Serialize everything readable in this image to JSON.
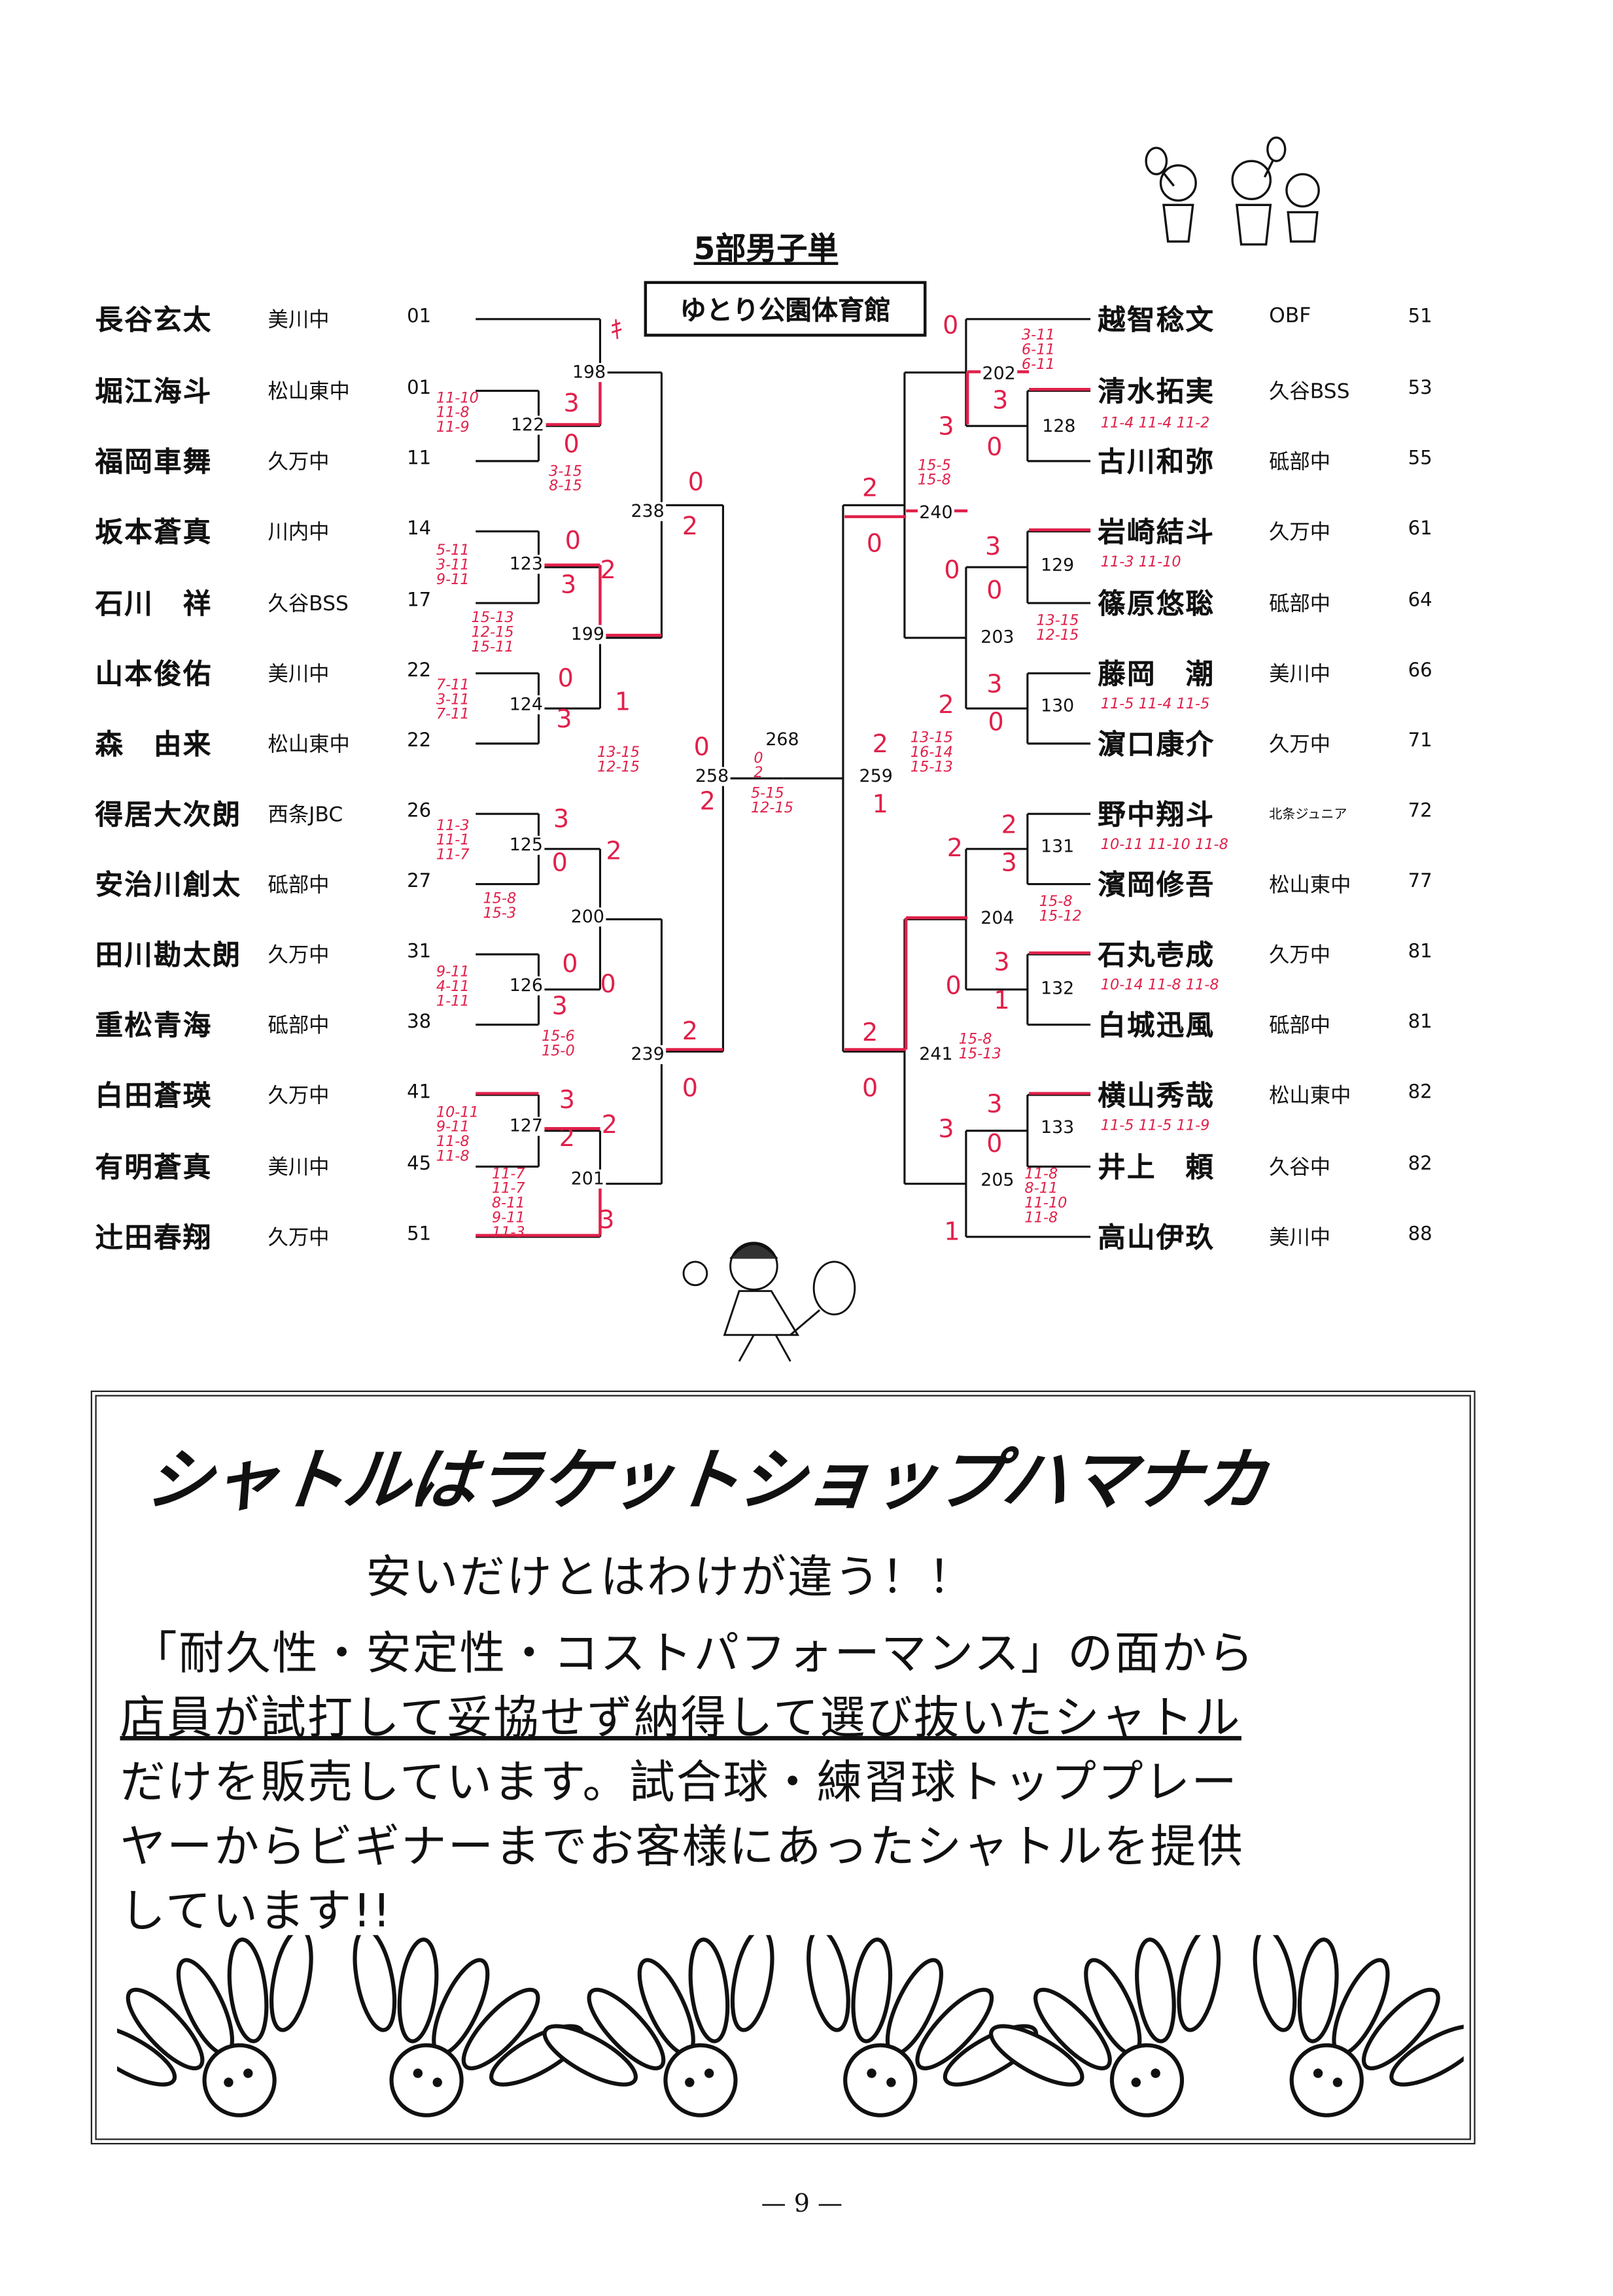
{
  "title": "5部男子単",
  "venue": "ゆとり公園体育館",
  "left_players": [
    {
      "name": "長谷玄太",
      "team": "美川中",
      "seed": "01"
    },
    {
      "name": "堀江海斗",
      "team": "松山東中",
      "seed": "01"
    },
    {
      "name": "福岡車舞",
      "team": "久万中",
      "seed": "11"
    },
    {
      "name": "坂本蒼真",
      "team": "川内中",
      "seed": "14"
    },
    {
      "name": "石川　祥",
      "team": "久谷BSS",
      "seed": "17"
    },
    {
      "name": "山本俊佑",
      "team": "美川中",
      "seed": "22"
    },
    {
      "name": "森　由来",
      "team": "松山東中",
      "seed": "22"
    },
    {
      "name": "得居大次朗",
      "team": "西条JBC",
      "seed": "26"
    },
    {
      "name": "安治川創太",
      "team": "砥部中",
      "seed": "27"
    },
    {
      "name": "田川勘太朗",
      "team": "久万中",
      "seed": "31"
    },
    {
      "name": "重松青海",
      "team": "砥部中",
      "seed": "38"
    },
    {
      "name": "白田蒼瑛",
      "team": "久万中",
      "seed": "41"
    },
    {
      "name": "有明蒼真",
      "team": "美川中",
      "seed": "45"
    },
    {
      "name": "辻田春翔",
      "team": "久万中",
      "seed": "51"
    }
  ],
  "right_players": [
    {
      "name": "越智稔文",
      "team": "OBF",
      "seed": "51"
    },
    {
      "name": "清水拓実",
      "team": "久谷BSS",
      "seed": "53"
    },
    {
      "name": "古川和弥",
      "team": "砥部中",
      "seed": "55"
    },
    {
      "name": "岩崎結斗",
      "team": "久万中",
      "seed": "61"
    },
    {
      "name": "篠原悠聡",
      "team": "砥部中",
      "seed": "64"
    },
    {
      "name": "藤岡　潮",
      "team": "美川中",
      "seed": "66"
    },
    {
      "name": "濵口康介",
      "team": "久万中",
      "seed": "71"
    },
    {
      "name": "野中翔斗",
      "team": "北条ジュニア",
      "seed": "72"
    },
    {
      "name": "濱岡修吾",
      "team": "松山東中",
      "seed": "77"
    },
    {
      "name": "石丸壱成",
      "team": "久万中",
      "seed": "81"
    },
    {
      "name": "白城迅風",
      "team": "砥部中",
      "seed": "81"
    },
    {
      "name": "横山秀哉",
      "team": "松山東中",
      "seed": "82"
    },
    {
      "name": "井上　頼",
      "team": "久谷中",
      "seed": "82"
    },
    {
      "name": "高山伊玖",
      "team": "美川中",
      "seed": "88"
    }
  ],
  "match_numbers": [
    "198",
    "122",
    "238",
    "123",
    "199",
    "124",
    "258",
    "125",
    "200",
    "126",
    "239",
    "127",
    "201",
    "268",
    "259",
    "202",
    "128",
    "240",
    "129",
    "203",
    "130",
    "131",
    "204",
    "132",
    "241",
    "133",
    "205"
  ],
  "handwritten_scores": [
    "3",
    "ｷ",
    "11-10 11-8 11-9",
    "0",
    "3-15 8-15",
    "0",
    "2",
    "0",
    "5-11 3-11 9-11",
    "3",
    "2",
    "15-13 12-15 15-11",
    "0",
    "7-11 3-11 7-11",
    "3",
    "1",
    "13-15 12-15",
    "0",
    "2",
    "0 2",
    "5-15 12-15",
    "3",
    "11-3 11-1 11-7",
    "0",
    "2",
    "15-8 15-3",
    "0",
    "0",
    "9-11 4-11 1-11",
    "3",
    "15-6 15-0",
    "2",
    "0",
    "3",
    "10-11 9-11 11-8 11-8",
    "2",
    "2",
    "11-7 11-7 8-11 9-11 11-3",
    "3",
    "0",
    "3-11 6-11 6-11",
    "3",
    "0",
    "3",
    "11-4 11-4 11-2",
    "2",
    "0",
    "15-5 15-8",
    "3",
    "0",
    "0",
    "11-3 11-10",
    "13-15 12-15",
    "2",
    "3",
    "0",
    "11-5 11-4 11-5",
    "2",
    "1",
    "13-15 16-14 15-13",
    "2",
    "2",
    "3",
    "10-11 11-10 11-8",
    "15-8 15-12",
    "3",
    "0",
    "1",
    "10-14 11-8 11-8",
    "2",
    "0",
    "15-8 15-13",
    "3",
    "0",
    "3",
    "1",
    "11-5 11-5 11-9",
    "11-8 8-11 11-10 11-8"
  ],
  "ad": {
    "headline": "シャトルはラケットショップハマナカ",
    "lines": [
      "安いだけとはわけが違う！！",
      "「耐久性・安定性・コストパフォーマンス」の面から",
      "店員が試打して妥協せず納得して選び抜いたシャトル",
      "だけを販売しています。試合球・練習球トッププレー",
      "ヤーからビギナーまでお客様にあったシャトルを提供",
      "しています!!"
    ]
  },
  "page_number": "— 9 —",
  "colors": {
    "ink": "#111111",
    "red_pen": "#e0204a"
  }
}
